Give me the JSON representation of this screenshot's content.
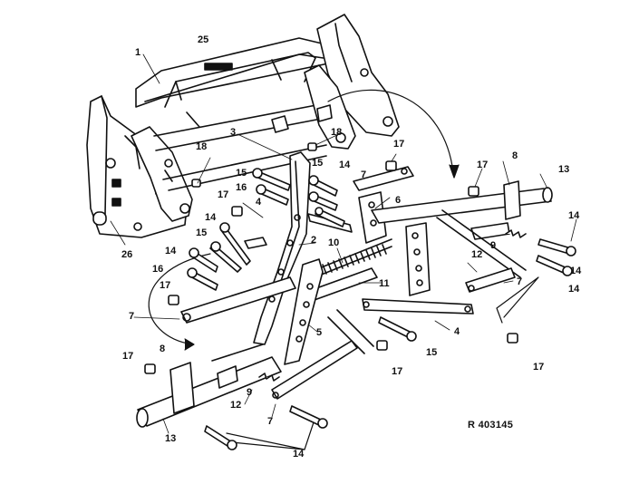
{
  "diagram": {
    "reference_code": "R 403145",
    "ink_color": "#111111",
    "paper_color": "#ffffff",
    "callouts": [
      "1",
      "25",
      "3",
      "18",
      "18",
      "17",
      "17",
      "8",
      "13",
      "15",
      "14",
      "15",
      "16",
      "7",
      "6",
      "17",
      "14",
      "4",
      "2",
      "10",
      "14",
      "15",
      "9",
      "14",
      "14",
      "16",
      "11",
      "12",
      "7",
      "17",
      "14",
      "7",
      "4",
      "5",
      "15",
      "17",
      "17",
      "8",
      "9",
      "12",
      "7",
      "13",
      "14",
      "26"
    ]
  }
}
